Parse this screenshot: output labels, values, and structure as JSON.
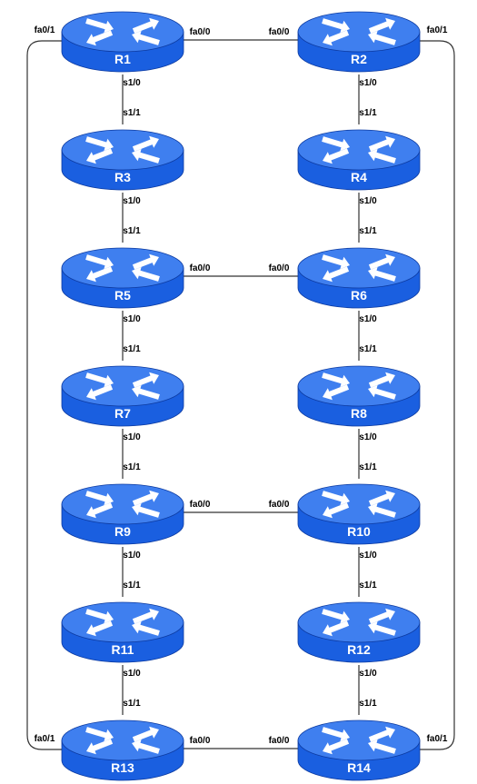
{
  "colors": {
    "router_body": "#1a5fe0",
    "router_top": "#3f7fef",
    "router_edge": "#0c3aa0",
    "arrow": "#ffffff",
    "link": "#333333"
  },
  "routers": [
    {
      "id": "R1",
      "label": "R1"
    },
    {
      "id": "R2",
      "label": "R2"
    },
    {
      "id": "R3",
      "label": "R3"
    },
    {
      "id": "R4",
      "label": "R4"
    },
    {
      "id": "R5",
      "label": "R5"
    },
    {
      "id": "R6",
      "label": "R6"
    },
    {
      "id": "R7",
      "label": "R7"
    },
    {
      "id": "R8",
      "label": "R8"
    },
    {
      "id": "R9",
      "label": "R9"
    },
    {
      "id": "R10",
      "label": "R10"
    },
    {
      "id": "R11",
      "label": "R11"
    },
    {
      "id": "R12",
      "label": "R12"
    },
    {
      "id": "R13",
      "label": "R13"
    },
    {
      "id": "R14",
      "label": "R14"
    }
  ],
  "links": [
    {
      "from": "R1",
      "to": "R2",
      "from_port": "fa0/0",
      "to_port": "fa0/0"
    },
    {
      "from": "R1",
      "to": "R3",
      "from_port": "s1/0",
      "to_port": "s1/1"
    },
    {
      "from": "R2",
      "to": "R4",
      "from_port": "s1/0",
      "to_port": "s1/1"
    },
    {
      "from": "R3",
      "to": "R5",
      "from_port": "s1/0",
      "to_port": "s1/1"
    },
    {
      "from": "R4",
      "to": "R6",
      "from_port": "s1/0",
      "to_port": "s1/1"
    },
    {
      "from": "R5",
      "to": "R6",
      "from_port": "fa0/0",
      "to_port": "fa0/0"
    },
    {
      "from": "R5",
      "to": "R7",
      "from_port": "s1/0",
      "to_port": "s1/1"
    },
    {
      "from": "R6",
      "to": "R8",
      "from_port": "s1/0",
      "to_port": "s1/1"
    },
    {
      "from": "R7",
      "to": "R9",
      "from_port": "s1/0",
      "to_port": "s1/1"
    },
    {
      "from": "R8",
      "to": "R10",
      "from_port": "s1/0",
      "to_port": "s1/1"
    },
    {
      "from": "R9",
      "to": "R10",
      "from_port": "fa0/0",
      "to_port": "fa0/0"
    },
    {
      "from": "R9",
      "to": "R11",
      "from_port": "s1/0",
      "to_port": "s1/1"
    },
    {
      "from": "R10",
      "to": "R12",
      "from_port": "s1/0",
      "to_port": "s1/1"
    },
    {
      "from": "R11",
      "to": "R13",
      "from_port": "s1/0",
      "to_port": "s1/1"
    },
    {
      "from": "R12",
      "to": "R14",
      "from_port": "s1/0",
      "to_port": "s1/1"
    },
    {
      "from": "R13",
      "to": "R14",
      "from_port": "fa0/0",
      "to_port": "fa0/0"
    },
    {
      "from": "R1",
      "to": "R13",
      "from_port": "fa0/1",
      "to_port": "fa0/1"
    },
    {
      "from": "R2",
      "to": "R14",
      "from_port": "fa0/1",
      "to_port": "fa0/1"
    }
  ]
}
